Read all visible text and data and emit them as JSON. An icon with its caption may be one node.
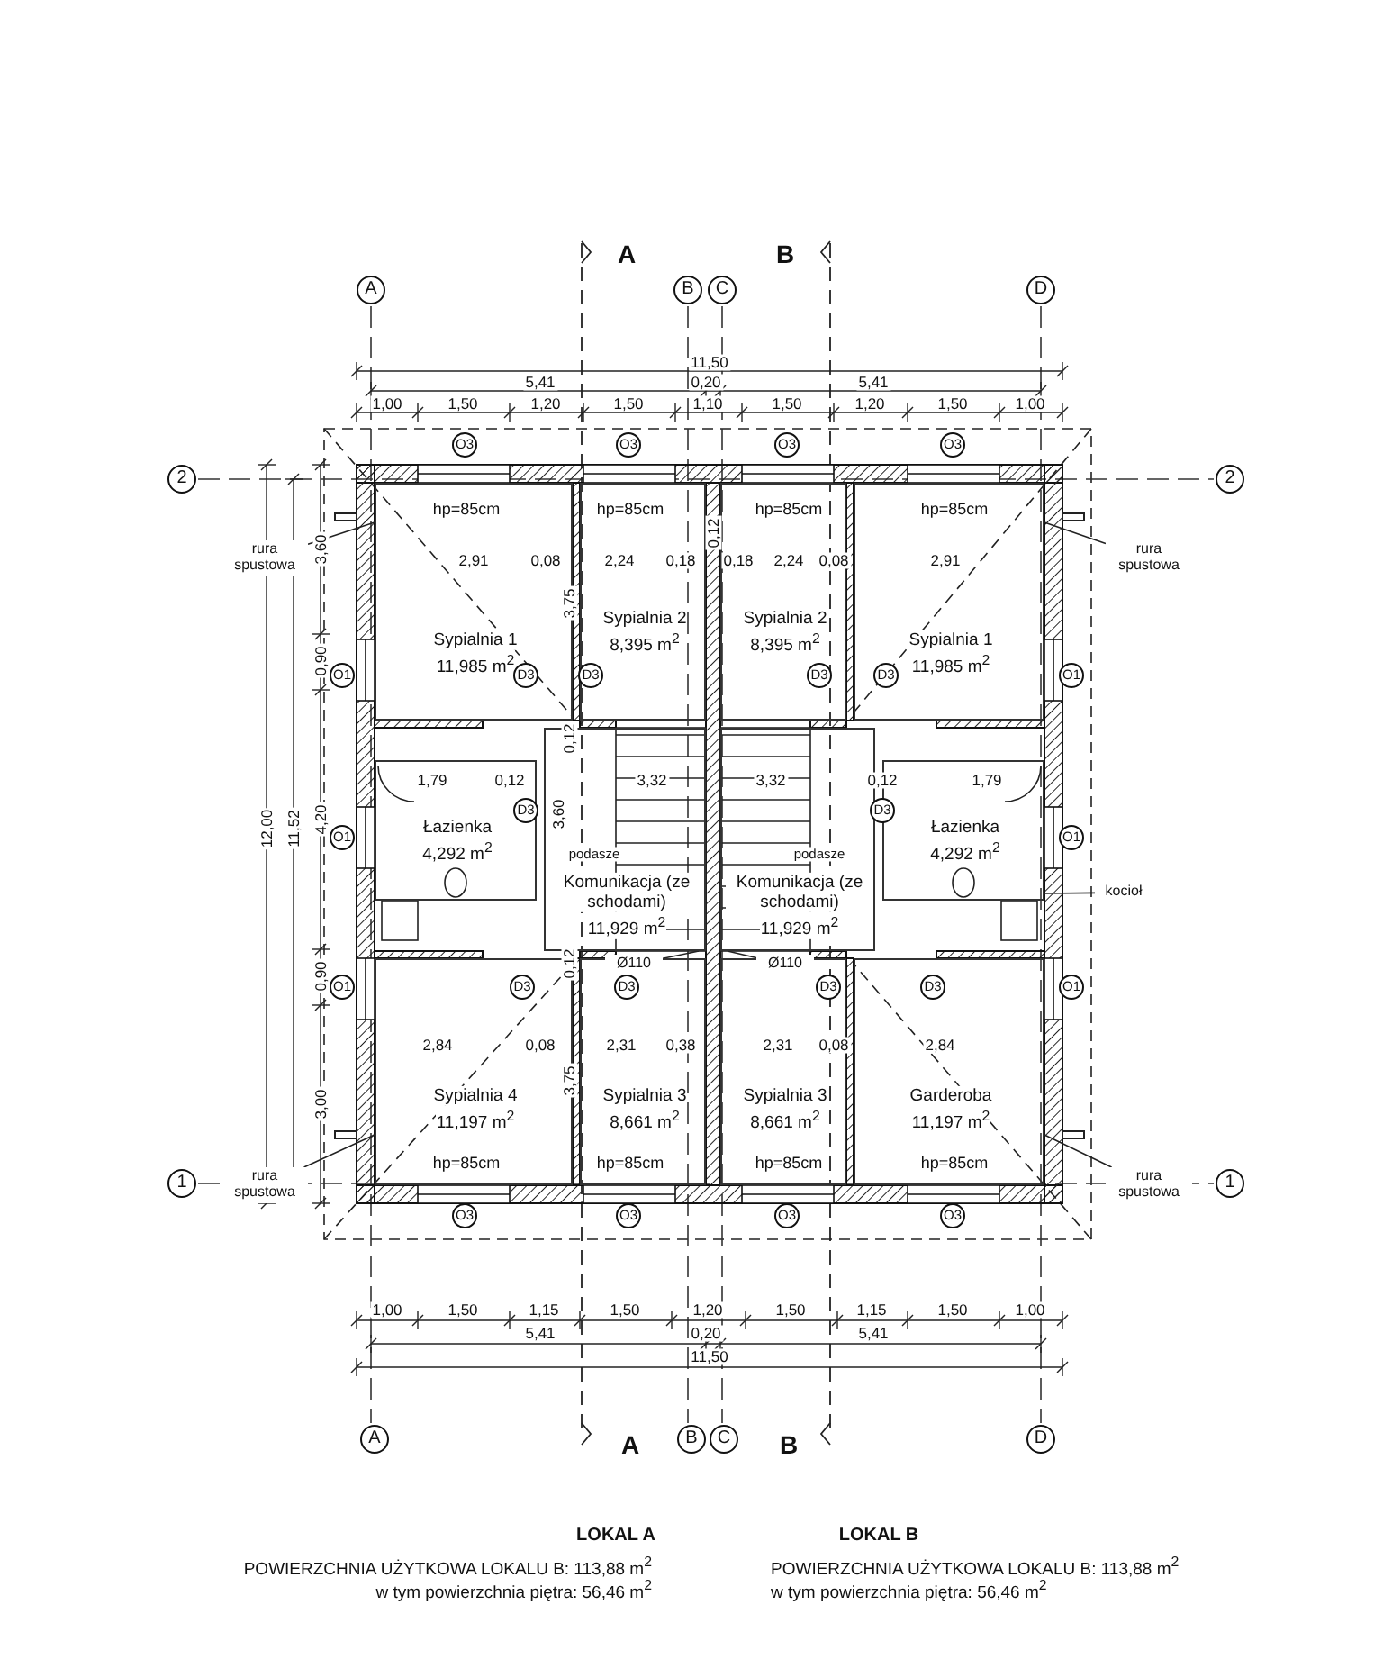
{
  "diagram": {
    "nodes": [
      {
        "text": [
          "hp=85cm",
          "Sypialnia 1",
          "11,985 m$^{2}$"
        ]
      },
      {
        "text": [
          "hp=85cm",
          "Sypialnia 2",
          "8,395 m$^{2}$"
        ]
      },
      {
        "text": [
          "hp=85cm",
          "Sypialnia 2",
          "8,395 m$^{2}$"
        ]
      },
      {
        "text": [
          "hp=85cm",
          "Sypialnia 1",
          "11,985 m$^{2}$"
        ]
      },
      {
        "text": [
          "Łazienka",
          "4,292 m$^{2}$"
        ]
      },
      {
        "text": [
          "Komunikacja (ze schodami)",
          "11,929 m$^{2}$"
        ]
      },
      {
        "text": [
          "Łazienka",
          "4,292 m$^{2}$"
        ]
      },
      {
        "text": [
          "Komunikacja (ze schodami)",
          "11,929 m$^{2}$"
        ]
      },
      {
        "text": [
          "Sypialnia 4",
          "11,197 m$^{2}$",
          "hp=85cm"
        ]
      },
      {
        "text": [
          "Sypialnia 3",
          "8,661 m$^{2}$",
          "hp=85cm"
        ]
      },
      {
        "text": [
          "Sypialnia 3",
          "8,661 m$^{2}$",
          "hp=85cm"
        ]
      },
      {
        "text": [
          "Garderoba",
          "11,197 m$^{2}$",
          "hp=85cm"
        ]
      },
      {
        "text": [
          "rura spustowa"
        ]
      },
      {
        "text": [
          "rura spustowa"
        ]
      },
      {
        "text": [
          "rura spustowa"
        ]
      },
      {
        "text": [
          "rura spustowa"
        ]
      },
      {
        "text": [
          "kocioł"
        ]
      },
      {
        "text": [
          "Ø110"
        ]
      },
      {
        "text": [
          "Ø110"
        ]
      }
    ],
    "edges": [
      {
        "from": 12,
        "to": 0,
        "arrow": "none"
      },
      {
        "from": 13,
        "to": 3,
        "arrow": "none"
      },
      {
        "from": 14,
        "to": 8,
        "arrow": "none"
      },
      {
        "from": 15,
        "to": 11,
        "arrow": "none"
      },
      {
        "from": 16,
        "to": 6,
        "arrow": "none"
      },
      {
        "from": 17,
        "to": 5,
        "arrow": "none"
      },
      {
        "from": 18,
        "to": 7,
        "arrow": "none"
      }
    ],
    "labels": [
      "A",
      "B",
      "A",
      "B",
      "C",
      "D",
      "11,50",
      "5,41",
      "0,20",
      "5,41",
      "1,00",
      "1,50",
      "1,20",
      "1,50",
      "1,10",
      "1,50",
      "1,20",
      "1,50",
      "1,00",
      "O3",
      "O3",
      "O3",
      "O3",
      "2",
      "2",
      "3,60",
      "2,91",
      "0,08",
      "2,24",
      "0,18",
      "0,12",
      "0,18",
      "2,24",
      "0,08",
      "2,91",
      "3,75",
      "0,90",
      "O1",
      "D3",
      "D3",
      "D3",
      "D3",
      "O1",
      "0,12",
      "1,79",
      "0,12",
      "3,32",
      "3,32",
      "0,12",
      "1,79",
      "12,00",
      "11,52",
      "4,20",
      "3,60",
      "O1",
      "D3",
      "D3",
      "O1",
      "podasze",
      "podasze",
      "0,12",
      "0,90",
      "O1",
      "D3",
      "D3",
      "D3",
      "D3",
      "O1",
      "2,84",
      "0,08",
      "2,31",
      "0,38",
      "2,31",
      "0,08",
      "2,84",
      "3,75",
      "3,00",
      "1",
      "1",
      "O3",
      "O3",
      "O3",
      "O3",
      "1,00",
      "1,50",
      "1,15",
      "1,50",
      "1,20",
      "1,50",
      "1,15",
      "1,50",
      "1,00",
      "5,41",
      "0,20",
      "5,41",
      "11,50",
      "A",
      "A",
      "B",
      "C",
      "B",
      "D",
      "LOKAL A",
      "LOKAL B",
      "POWIERZCHNIA UŻYTKOWA LOKALU B: 113,88 m$^{2}$",
      "POWIERZCHNIA UŻYTKOWA LOKALU B: 113,88 m$^{2}$",
      "w tym powierzchnia piętra: 56,46 m$^{2}$",
      "w tym powierzchnia piętra: 56,46 m$^{2}$"
    ]
  }
}
